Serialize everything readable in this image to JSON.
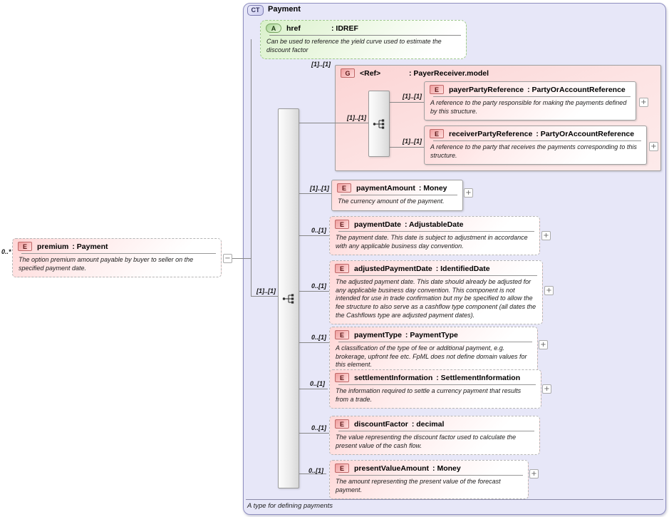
{
  "icons": {
    "expand": "+",
    "collapse": "−"
  },
  "colors": {
    "container_fill": "#e7e7f8",
    "container_border": "#8f8fc0",
    "element_fill": "#ffd6d6",
    "element_border": "#a0a0a0",
    "attribute_fill": "#daf1cb",
    "attribute_border": "#9fc98c",
    "badge_element_fill": "#f09e9e",
    "badge_attribute_fill": "#abd698",
    "connector": "#878787"
  },
  "outer": {
    "cardinality": "0..*",
    "premium": {
      "badge": "E",
      "name": "premium",
      "type": ": Payment",
      "description": "The option premium amount payable by buyer to seller on the specified payment date."
    }
  },
  "container": {
    "badge": "CT",
    "title": "Payment",
    "footer": "A type for defining payments",
    "root_cardinality": "[1]..[1]",
    "href": {
      "badge": "A",
      "name": "href",
      "type": ": IDREF",
      "description": "Can be used to reference the yield curve used to estimate the discount factor"
    },
    "group": {
      "badge": "G",
      "name": "<Ref>",
      "type": ": PayerReceiver.model",
      "cardinality": "[1]..[1]",
      "inner_cardinality": "[1]..[1]",
      "children": [
        {
          "badge": "E",
          "cardinality": "[1]..[1]",
          "name": "payerPartyReference",
          "type": ": PartyOrAccountReference",
          "description": "A reference to the party responsible for making the payments defined by this structure."
        },
        {
          "badge": "E",
          "cardinality": "[1]..[1]",
          "name": "receiverPartyReference",
          "type": ": PartyOrAccountReference",
          "description": "A reference to the party that receives the payments corresponding to this structure."
        }
      ]
    },
    "elements": [
      {
        "badge": "E",
        "cardinality": "[1]..[1]",
        "name": "paymentAmount",
        "type": ": Money",
        "description": "The currency amount of the payment."
      },
      {
        "badge": "E",
        "cardinality": "0..[1]",
        "name": "paymentDate",
        "type": ": AdjustableDate",
        "description": "The payment date. This date is subject to adjustment in accordance with any applicable business day convention."
      },
      {
        "badge": "E",
        "cardinality": "0..[1]",
        "name": "adjustedPaymentDate",
        "type": ": IdentifiedDate",
        "description": "The adjusted payment date. This date should already be adjusted for any applicable business day convention. This component is not intended for use in trade confirmation but my be specified to allow the fee structure to also serve as a cashflow type component (all dates the the Cashflows type are adjusted payment dates)."
      },
      {
        "badge": "E",
        "cardinality": "0..[1]",
        "name": "paymentType",
        "type": ": PaymentType",
        "description": "A classification of the type of fee or additional payment, e.g. brokerage, upfront fee etc. FpML does not define domain values for this element."
      },
      {
        "badge": "E",
        "cardinality": "0..[1]",
        "name": "settlementInformation",
        "type": ": SettlementInformation",
        "description": "The information required to settle a currency payment that results from a trade."
      },
      {
        "badge": "E",
        "cardinality": "0..[1]",
        "name": "discountFactor",
        "type": ": decimal",
        "description": "The value representing the discount factor used to calculate the present value of the cash flow."
      },
      {
        "badge": "E",
        "cardinality": "0..[1]",
        "name": "presentValueAmount",
        "type": ": Money",
        "description": "The amount representing the present value of the forecast payment."
      }
    ]
  }
}
